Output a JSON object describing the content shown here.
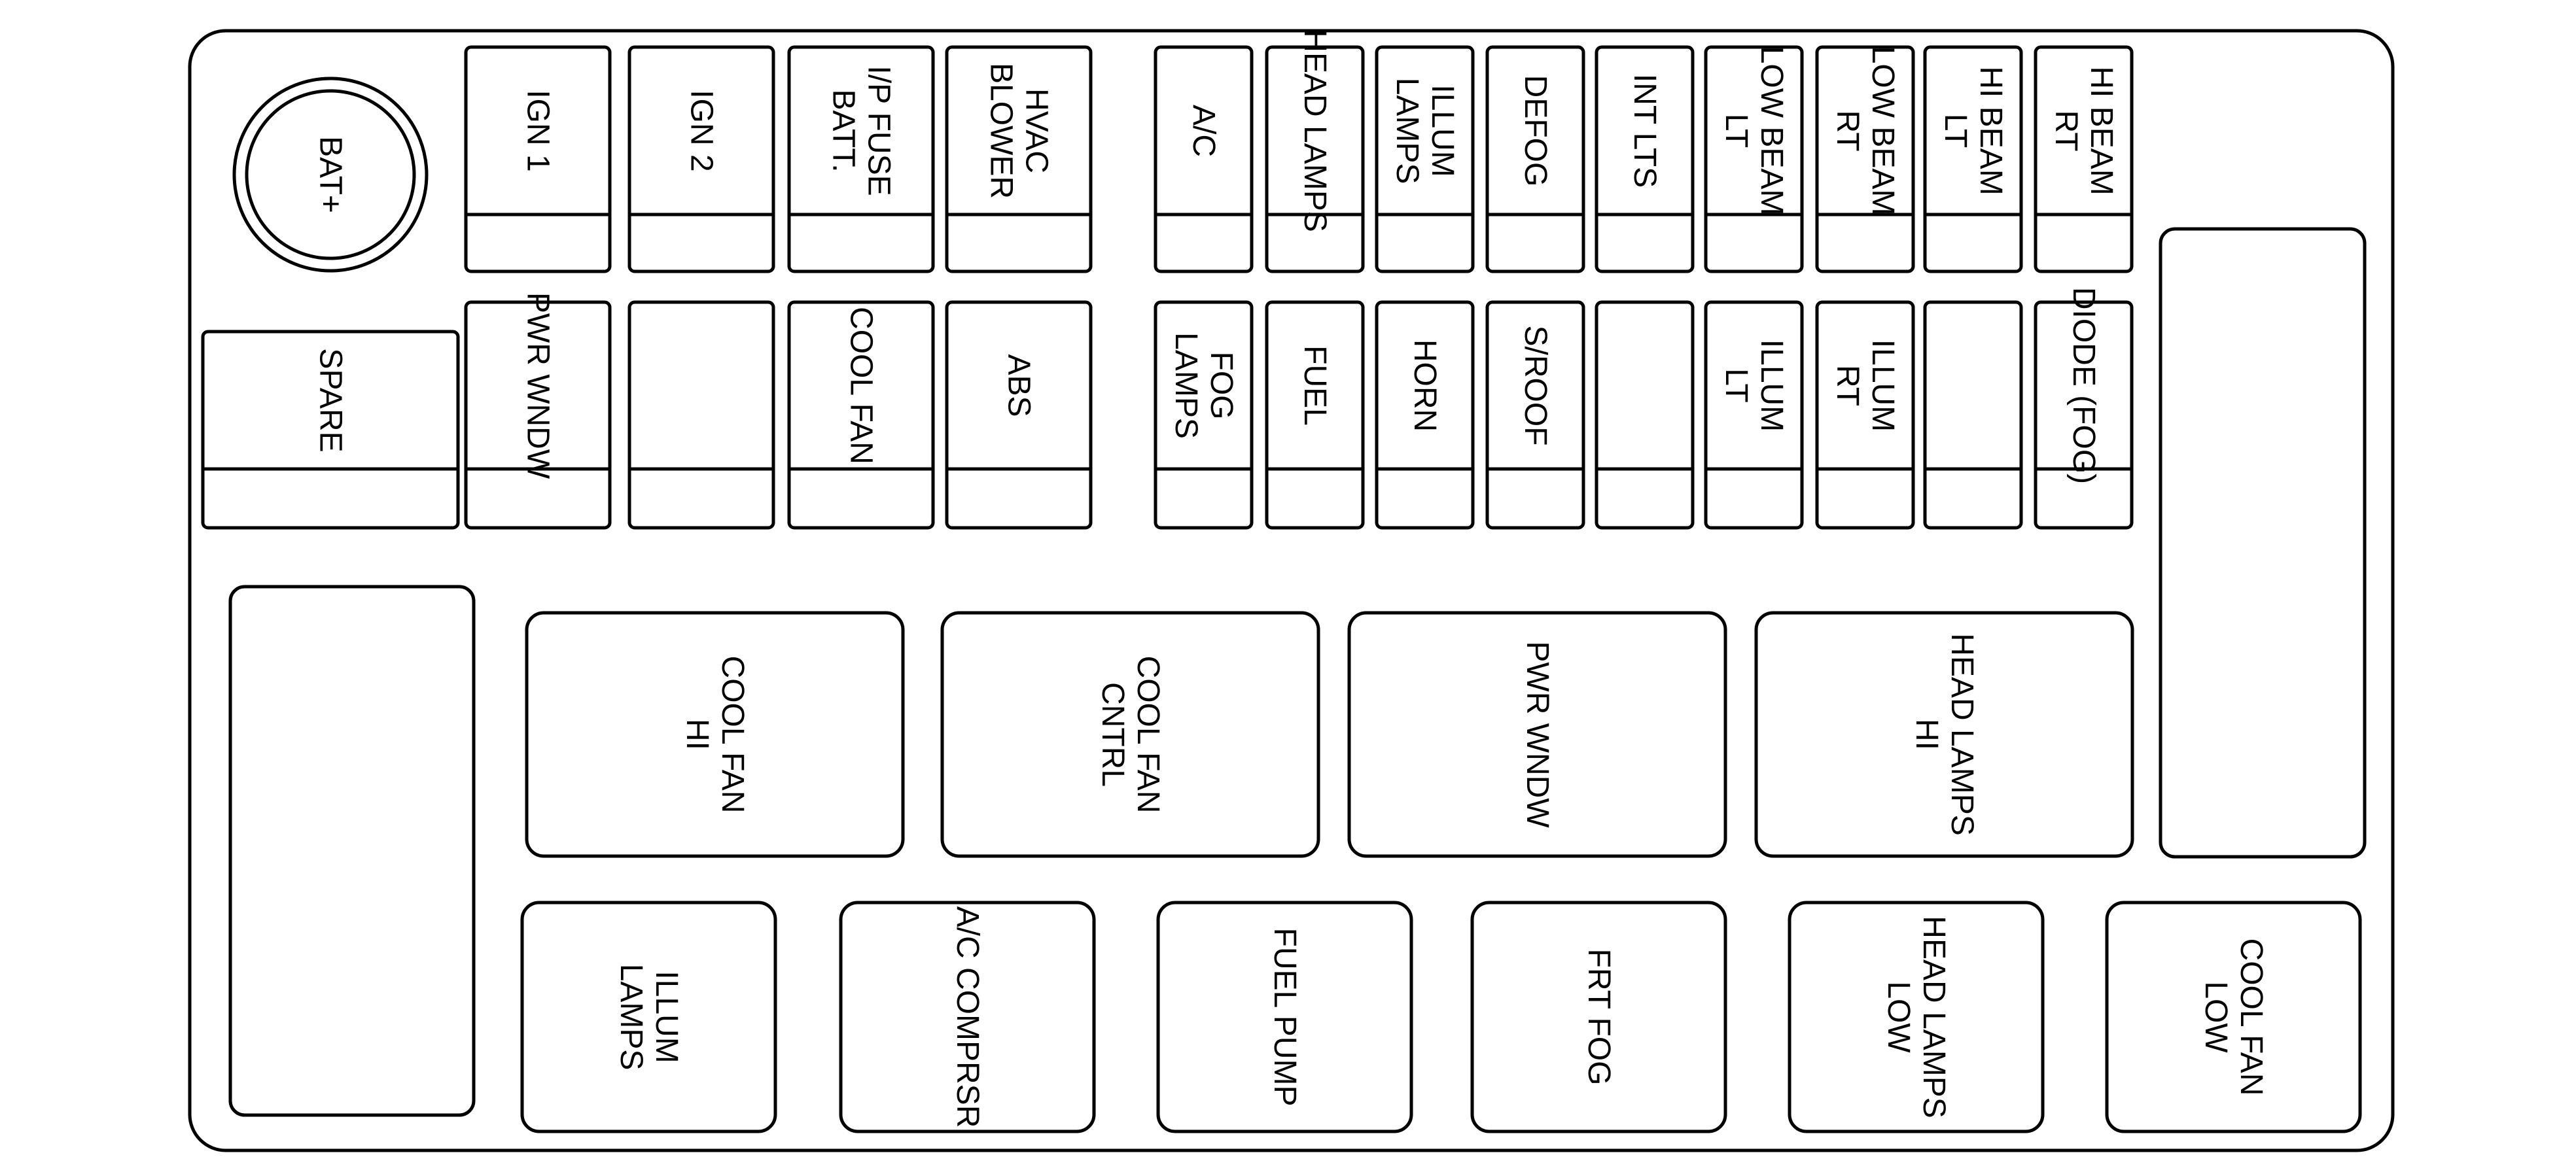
{
  "colors": {
    "stroke": "#000000",
    "background": "#ffffff"
  },
  "terminal": {
    "label": "BAT+"
  },
  "top_row_left": [
    {
      "id": "ign-1",
      "lines": [
        "IGN 1"
      ]
    },
    {
      "id": "ign-2",
      "lines": [
        "IGN 2"
      ]
    },
    {
      "id": "ip-fuse-batt",
      "lines": [
        "I/P FUSE",
        "BATT."
      ]
    },
    {
      "id": "hvac-blower",
      "lines": [
        "HVAC",
        "BLOWER"
      ]
    }
  ],
  "top_row_right": [
    {
      "id": "ac",
      "lines": [
        "A/C"
      ]
    },
    {
      "id": "head-lamps",
      "lines": [
        "HEAD LAMPS"
      ]
    },
    {
      "id": "illum-lamps",
      "lines": [
        "ILLUM",
        "LAMPS"
      ]
    },
    {
      "id": "defog",
      "lines": [
        "DEFOG"
      ]
    },
    {
      "id": "int-lts",
      "lines": [
        "INT LTS"
      ]
    },
    {
      "id": "low-beam-lt",
      "lines": [
        "LOW BEAM",
        "LT"
      ]
    },
    {
      "id": "low-beam-rt",
      "lines": [
        "LOW BEAM",
        "RT"
      ]
    },
    {
      "id": "hi-beam-lt",
      "lines": [
        "HI BEAM",
        "LT"
      ]
    },
    {
      "id": "hi-beam-rt",
      "lines": [
        "HI BEAM",
        "RT"
      ]
    }
  ],
  "spare": {
    "lines": [
      "SPARE"
    ]
  },
  "second_row_left": [
    {
      "id": "pwr-wndw",
      "lines": [
        "PWR WNDW"
      ]
    },
    {
      "id": "empty-1",
      "lines": []
    },
    {
      "id": "cool-fan",
      "lines": [
        "COOL FAN"
      ]
    },
    {
      "id": "abs",
      "lines": [
        "ABS"
      ]
    }
  ],
  "second_row_right": [
    {
      "id": "fog-lamps",
      "lines": [
        "FOG",
        "LAMPS"
      ]
    },
    {
      "id": "fuel",
      "lines": [
        "FUEL"
      ]
    },
    {
      "id": "horn",
      "lines": [
        "HORN"
      ]
    },
    {
      "id": "s-roof",
      "lines": [
        "S/ROOF"
      ]
    },
    {
      "id": "empty-2",
      "lines": []
    },
    {
      "id": "illum-lt",
      "lines": [
        "ILLUM",
        "LT"
      ]
    },
    {
      "id": "illum-rt",
      "lines": [
        "ILLUM",
        "RT"
      ]
    },
    {
      "id": "empty-3",
      "lines": []
    },
    {
      "id": "diode-fog",
      "lines": [
        "DIODE (FOG)"
      ]
    }
  ],
  "large_relays_row1": [
    {
      "id": "cool-fan-hi",
      "lines": [
        "COOL FAN",
        "HI"
      ]
    },
    {
      "id": "cool-fan-cntrl",
      "lines": [
        "COOL FAN",
        "CNTRL"
      ]
    },
    {
      "id": "pwr-wndw-relay",
      "lines": [
        "PWR WNDW"
      ]
    },
    {
      "id": "head-lamps-hi",
      "lines": [
        "HEAD LAMPS",
        "HI"
      ]
    }
  ],
  "large_relays_row2": [
    {
      "id": "illum-lamps-relay",
      "lines": [
        "ILLUM",
        "LAMPS"
      ]
    },
    {
      "id": "ac-comprsr",
      "lines": [
        "A/C COMPRSR"
      ]
    },
    {
      "id": "fuel-pump",
      "lines": [
        "FUEL PUMP"
      ]
    },
    {
      "id": "frt-fog",
      "lines": [
        "FRT FOG"
      ]
    },
    {
      "id": "head-lamps-low",
      "lines": [
        "HEAD LAMPS",
        "LOW"
      ]
    },
    {
      "id": "cool-fan-low",
      "lines": [
        "COOL FAN",
        "LOW"
      ]
    }
  ]
}
